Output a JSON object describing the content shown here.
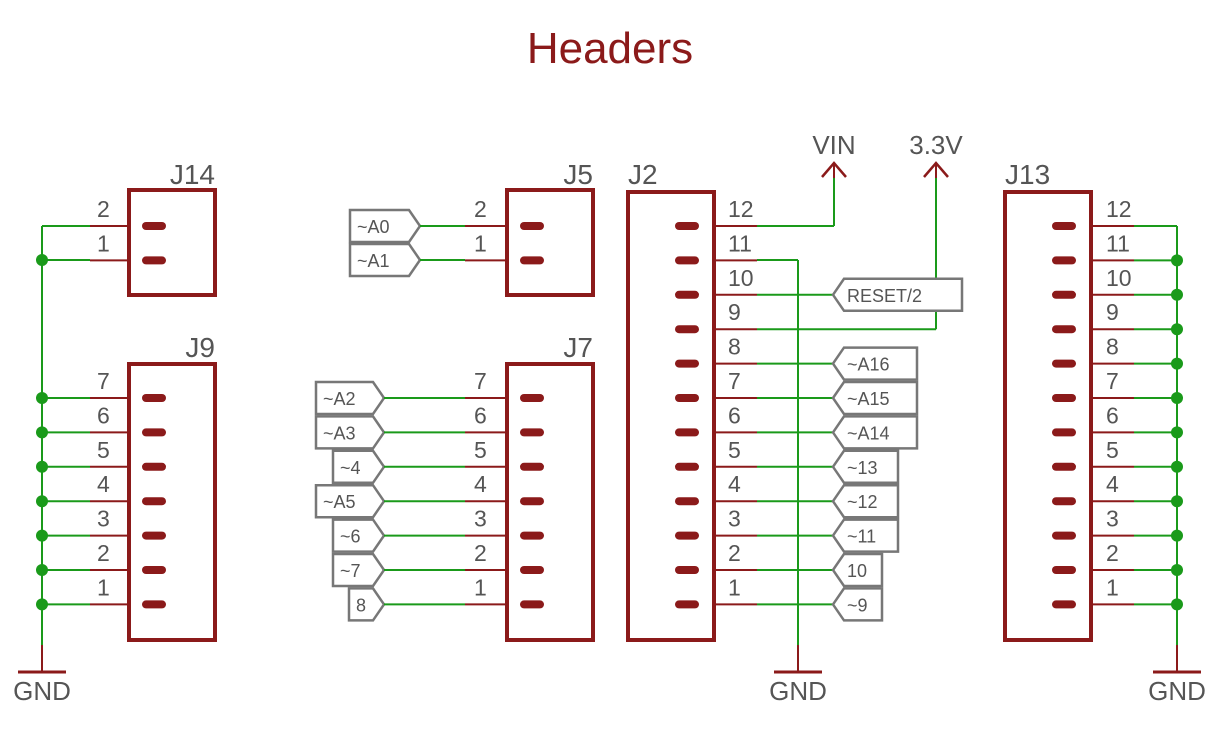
{
  "title": "Headers",
  "colors": {
    "part": "#8b1a1a",
    "net": "#1a9a1a",
    "text": "#555555",
    "label_border": "#777777"
  },
  "headers": [
    {
      "ref": "J14",
      "pins": [
        "2",
        "1"
      ]
    },
    {
      "ref": "J9",
      "pins": [
        "7",
        "6",
        "5",
        "4",
        "3",
        "2",
        "1"
      ]
    },
    {
      "ref": "J5",
      "pins": [
        "2",
        "1"
      ]
    },
    {
      "ref": "J7",
      "pins": [
        "7",
        "6",
        "5",
        "4",
        "3",
        "2",
        "1"
      ]
    },
    {
      "ref": "J2",
      "pins": [
        "12",
        "11",
        "10",
        "9",
        "8",
        "7",
        "6",
        "5",
        "4",
        "3",
        "2",
        "1"
      ]
    },
    {
      "ref": "J13",
      "pins": [
        "12",
        "11",
        "10",
        "9",
        "8",
        "7",
        "6",
        "5",
        "4",
        "3",
        "2",
        "1"
      ]
    }
  ],
  "j5_labels": [
    "~A0",
    "~A1"
  ],
  "j7_labels": [
    "~A2",
    "~A3",
    "~4",
    "~A5",
    "~6",
    "~7",
    "8"
  ],
  "j2_labels": [
    "RESET/2",
    "~A16",
    "~A15",
    "~A14",
    "~13",
    "~12",
    "~11",
    "10",
    "~9"
  ],
  "supplies": {
    "vin": "VIN",
    "v33": "3.3V",
    "gnd": "GND"
  }
}
